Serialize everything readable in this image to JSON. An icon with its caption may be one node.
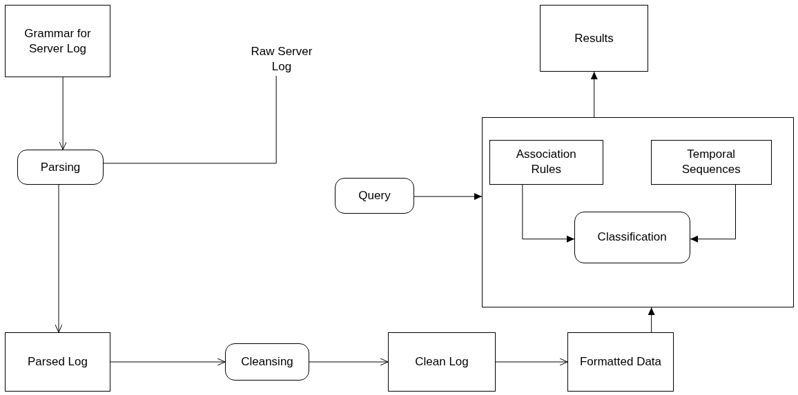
{
  "diagram": {
    "nodes": [
      {
        "text": [
          "Grammar for Server Log"
        ]
      },
      {
        "text": [
          "Raw Server Log"
        ]
      },
      {
        "text": [
          "Results"
        ]
      },
      {
        "text": [
          "Parsing"
        ]
      },
      {
        "text": [],
        "shape": "box"
      },
      {
        "text": [
          "Association Rules"
        ],
        "in": 4
      },
      {
        "text": [
          "Temporal Sequences"
        ],
        "in": 4
      },
      {
        "text": [
          "Query"
        ]
      },
      {
        "text": [
          "Classification"
        ],
        "in": 4
      },
      {
        "text": [
          "Parsed Log"
        ]
      },
      {
        "text": [
          "Cleansing"
        ]
      },
      {
        "text": [
          "Clean Log"
        ]
      },
      {
        "text": [
          "Formatted Data"
        ]
      }
    ],
    "edges": [
      {
        "from": 0,
        "to": 3,
        "arrow": "to"
      },
      {
        "from": 1,
        "to": 3,
        "arrow": "none"
      },
      {
        "from": 3,
        "to": 9,
        "arrow": "to"
      },
      {
        "from": 9,
        "to": 10,
        "arrow": "to"
      },
      {
        "from": 10,
        "to": 11,
        "arrow": "to"
      },
      {
        "from": 11,
        "to": 12,
        "arrow": "to"
      },
      {
        "from": 12,
        "to": 4,
        "arrow": "to"
      },
      {
        "from": 4,
        "to": 2,
        "arrow": "to"
      },
      {
        "from": 7,
        "to": 4,
        "arrow": "to"
      },
      {
        "from": 5,
        "to": 8,
        "arrow": "to"
      },
      {
        "from": 6,
        "to": 8,
        "arrow": "to"
      }
    ]
  }
}
